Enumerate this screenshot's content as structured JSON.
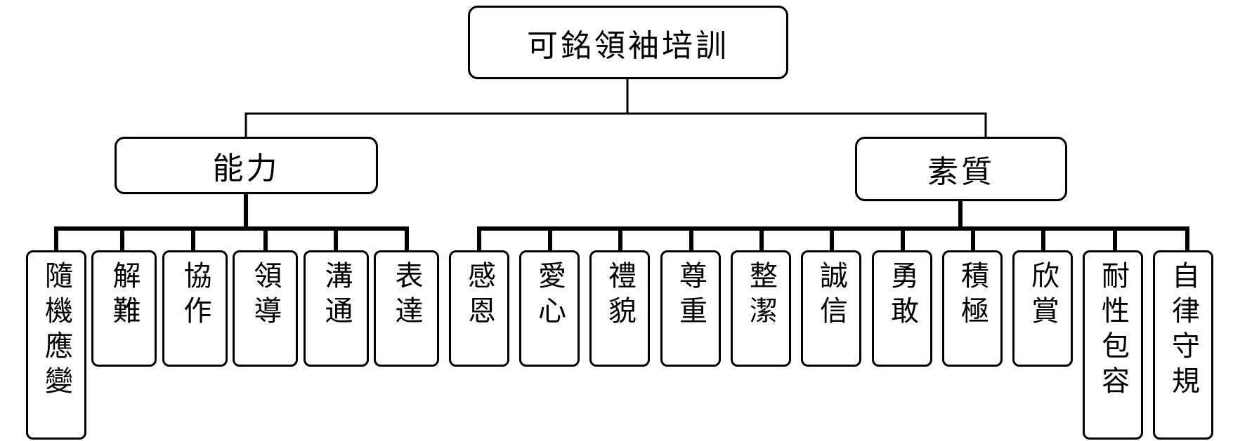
{
  "root": {
    "label": "可銘領袖培訓"
  },
  "branches": [
    {
      "label": "能力",
      "children": [
        "隨機應變",
        "解難",
        "協作",
        "領導",
        "溝通",
        "表達"
      ]
    },
    {
      "label": "素質",
      "children": [
        "感恩",
        "愛心",
        "禮貌",
        "尊重",
        "整潔",
        "誠信",
        "勇敢",
        "積極",
        "欣賞",
        "耐性包容",
        "自律守規"
      ]
    }
  ]
}
